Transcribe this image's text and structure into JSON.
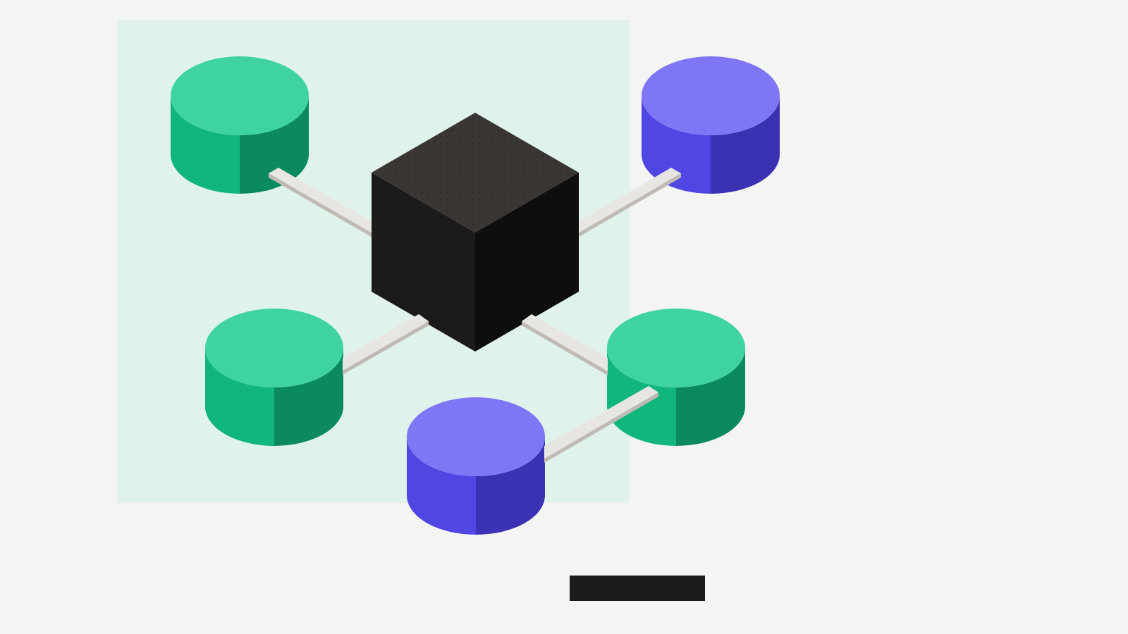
{
  "diagram": {
    "hub": {
      "name": "central-cube",
      "colors": {
        "top": "#3a3634",
        "left": "#1c1b1a",
        "right": "#0e0e0d",
        "dots": "#2e2a28"
      }
    },
    "nodes": [
      {
        "id": "node-top-left",
        "kind": "cylinder",
        "color": "green"
      },
      {
        "id": "node-top-right",
        "kind": "cylinder",
        "color": "purple"
      },
      {
        "id": "node-mid-left",
        "kind": "cylinder",
        "color": "green"
      },
      {
        "id": "node-mid-right",
        "kind": "cylinder",
        "color": "green"
      },
      {
        "id": "node-bottom",
        "kind": "cylinder",
        "color": "purple"
      }
    ],
    "connections": [
      {
        "from": "central-cube",
        "to": "node-top-left"
      },
      {
        "from": "central-cube",
        "to": "node-top-right"
      },
      {
        "from": "central-cube",
        "to": "node-mid-left"
      },
      {
        "from": "central-cube",
        "to": "node-mid-right"
      },
      {
        "from": "node-mid-right",
        "to": "node-bottom"
      }
    ],
    "palette": {
      "green": {
        "top": "#3fd3a3",
        "left": "#10b67c",
        "right": "#0a8a5e"
      },
      "purple": {
        "top": "#7e76f4",
        "left": "#4f46e3",
        "right": "#3a32b3"
      },
      "connector": {
        "top": "#e8e6e2",
        "side": "#bfbab2"
      },
      "highlight_panel": "#dff3ec",
      "label_bar": "#1c1b1a",
      "background": "#f4f4f2"
    }
  }
}
